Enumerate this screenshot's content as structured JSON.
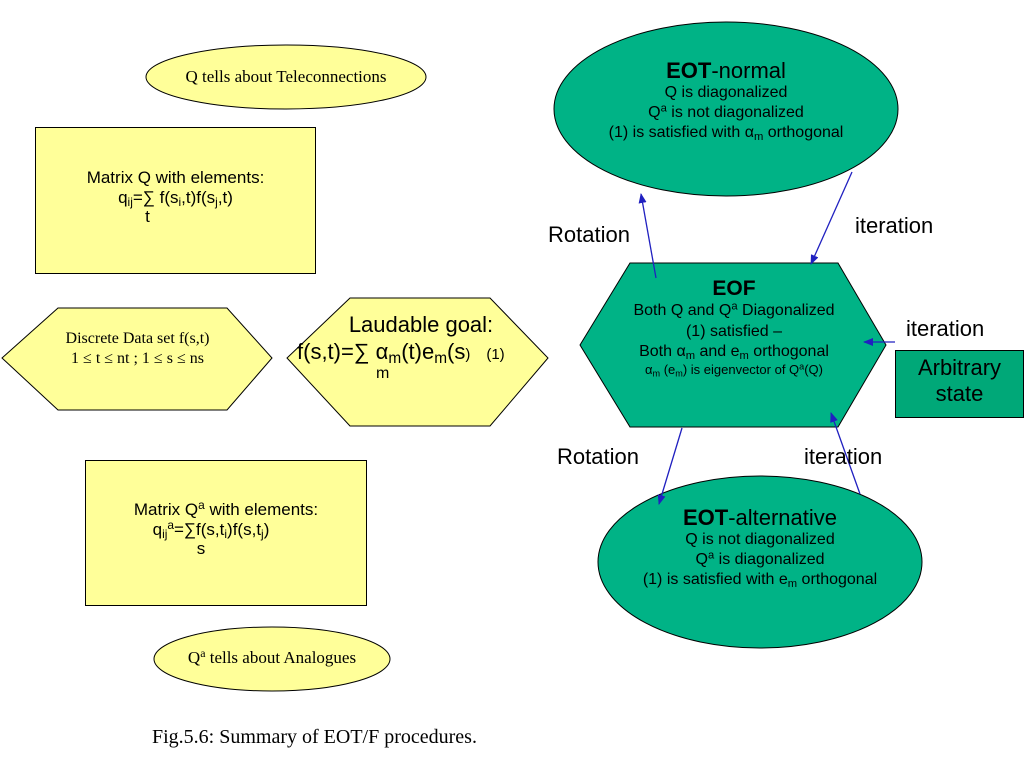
{
  "colors": {
    "yellow": "#ffff99",
    "green": "#00b386",
    "green_dark": "#00a878",
    "arrow": "#2020c0"
  },
  "teleconnections_note": {
    "text": "Q tells about Teleconnections"
  },
  "analogues_note": {
    "q": "Q",
    "a": "a",
    "rest": " tells about Analogues"
  },
  "matrix_q": {
    "line1": "Matrix Q with elements:",
    "q": "q",
    "ij": "ij",
    "eq": "=∑ f(s",
    "i": "i",
    "mid": ",t)f(s",
    "j": "j",
    "end": ",t)",
    "sum_index": "t"
  },
  "matrix_qa": {
    "line1_pre": "Matrix Q",
    "line1_sup": "a",
    "line1_post": " with elements:",
    "q": "q",
    "ij": "ij",
    "a": "a",
    "eq": "=∑f(s,t",
    "i": "i",
    "mid": ")f(s,t",
    "j": "j",
    "end": ")",
    "sum_index": "s"
  },
  "discrete_data": {
    "line1": "Discrete Data set f(s,t)",
    "line2": "1 ≤ t ≤ nt ; 1 ≤ s ≤ ns"
  },
  "laudable_goal": {
    "line1": "Laudable goal:",
    "f": "f(s,t)=∑ α",
    "m1": "m",
    "t": "(t)e",
    "m2": "m",
    "s": "(s",
    "close": ")",
    "eqnum": "(1)",
    "sum_index": "m"
  },
  "eot_normal": {
    "title_bold": "EOT",
    "title_rest": "-normal",
    "line1": "Q is diagonalized",
    "line2_q": "Q",
    "line2_sup": "a",
    "line2_rest": " is not diagonalized",
    "line3": "(1) is satisfied with α",
    "line3_sub": "m",
    "line3_rest": " orthogonal"
  },
  "eof": {
    "title": "EOF",
    "line1_pre": "Both Q and Q",
    "line1_sup": "a",
    "line1_post": " Diagonalized",
    "line2": "(1) satisfied –",
    "line3_pre": "Both α",
    "line3_sub1": "m",
    "line3_mid": " and e",
    "line3_sub2": "m",
    "line3_post": " orthogonal",
    "line4_a": "α",
    "line4_sub1": "m",
    "line4_b": " (e",
    "line4_sub2": "m",
    "line4_c": ") is eigenvector of Q",
    "line4_sup": "a",
    "line4_d": "(Q)"
  },
  "eot_alternative": {
    "title_bold": "EOT",
    "title_rest": "-alternative",
    "line1": "Q is not diagonalized",
    "line2_q": "Q",
    "line2_sup": "a",
    "line2_rest": " is diagonalized",
    "line3": "(1) is satisfied with e",
    "line3_sub": "m",
    "line3_rest": " orthogonal"
  },
  "arbitrary_state": {
    "line1": "Arbitrary",
    "line2": "state"
  },
  "edge_labels": {
    "rotation_top": "Rotation",
    "iteration_top": "iteration",
    "iteration_right": "iteration",
    "rotation_bottom": "Rotation",
    "iteration_bottom": "iteration"
  },
  "caption": "Fig.5.6: Summary of EOT/F procedures."
}
